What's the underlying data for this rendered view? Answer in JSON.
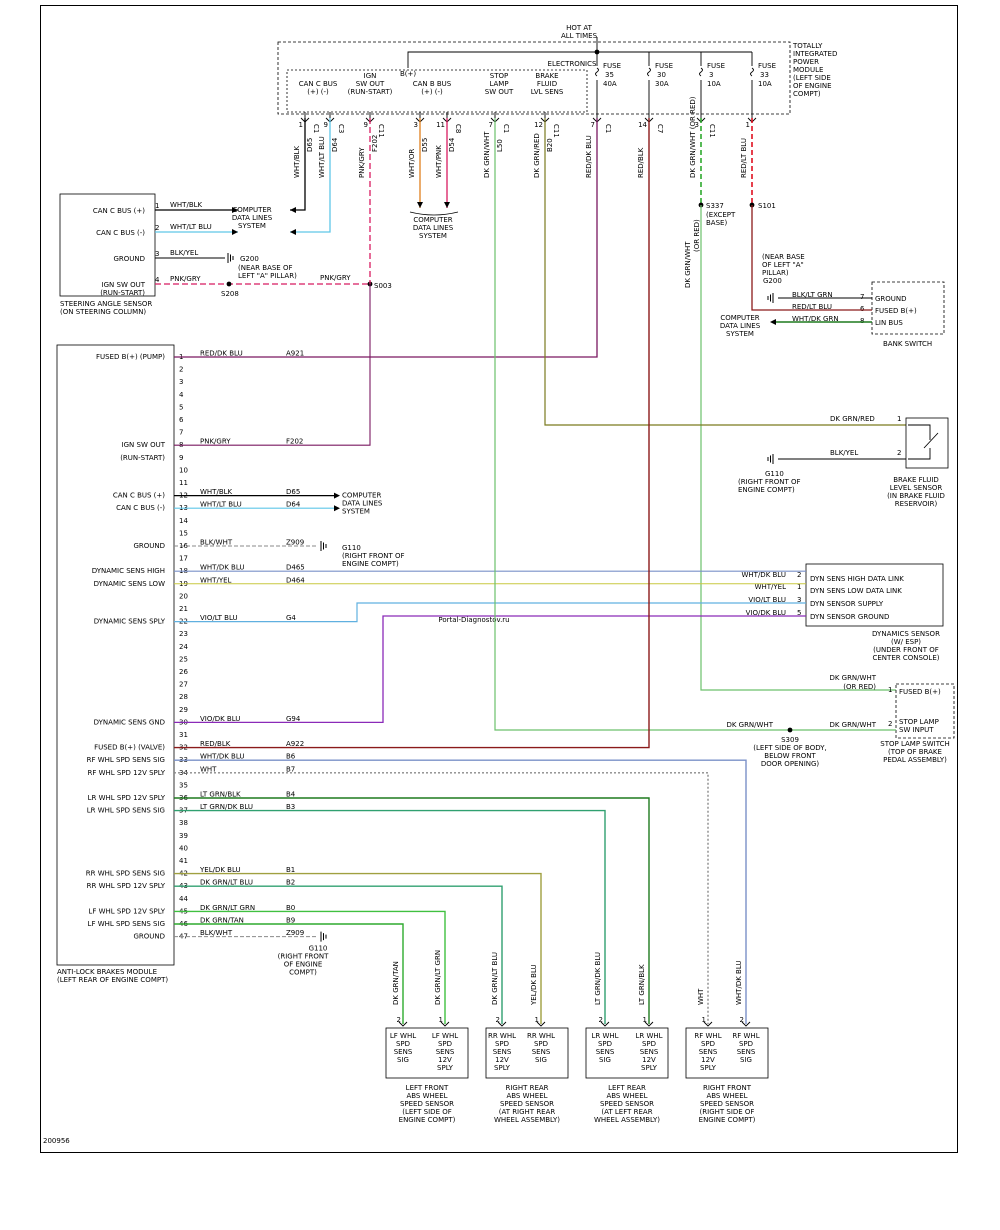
{
  "image_id": "200956",
  "watermark": "Portal-Diagnostov.ru",
  "hot_at_all_times": [
    "HOT AT",
    "ALL TIMES"
  ],
  "tipm": {
    "title": [
      "TOTALLY",
      "INTEGRATED",
      "POWER",
      "MODULE",
      "(LEFT SIDE",
      "OF ENGINE",
      "COMPT)"
    ],
    "electronics": "ELECTRONICS",
    "b_plus": "B(+)",
    "sections": [
      [
        "CAN C BUS",
        "(+)      (-)"
      ],
      [
        "IGN",
        "SW OUT",
        "(RUN-START)"
      ],
      [
        "CAN B BUS",
        "(+)      (-)"
      ],
      [
        "STOP",
        "LAMP",
        "SW OUT"
      ],
      [
        "BRAKE",
        "FLUID",
        "LVL SENS"
      ]
    ],
    "fuses": [
      {
        "label": "FUSE",
        "num": "35",
        "amp": "40A"
      },
      {
        "label": "FUSE",
        "num": "30",
        "amp": "30A"
      },
      {
        "label": "FUSE",
        "num": "3",
        "amp": "10A"
      },
      {
        "label": "FUSE",
        "num": "33",
        "amp": "10A"
      }
    ],
    "pins": [
      "1",
      "9",
      "9",
      "3",
      "11",
      "7",
      "12",
      "7",
      "14",
      "3",
      "1"
    ],
    "connectors": [
      "C1",
      "C3",
      "C11",
      "C8",
      "C1",
      "C11",
      "C1",
      "C7",
      "C11"
    ],
    "wires": [
      {
        "color": "WHT/BLK",
        "circuit": "D65"
      },
      {
        "color": "WHT/LT BLU",
        "circuit": "D64"
      },
      {
        "color": "PNK/GRY",
        "circuit": "F202"
      },
      {
        "color": "WHT/OR",
        "circuit": "D55"
      },
      {
        "color": "WHT/PNK",
        "circuit": "D54"
      },
      {
        "color": "DK GRN/WHT",
        "circuit": "L50"
      },
      {
        "color": "DK GRN/RED",
        "circuit": "B20"
      },
      {
        "color": "RED/DK BLU",
        "circuit": ""
      },
      {
        "color": "RED/BLK",
        "circuit": ""
      },
      {
        "color": "DK GRN/WHT (OR RED)",
        "circuit": ""
      },
      {
        "color": "RED/LT BLU",
        "circuit": ""
      }
    ]
  },
  "cdls_top": [
    "COMPUTER",
    "DATA LINES",
    "SYSTEM"
  ],
  "steering": {
    "pins": [
      {
        "label": "CAN C BUS (+)",
        "num": "1",
        "wire": "WHT/BLK"
      },
      {
        "label": "CAN C BUS (-)",
        "num": "2",
        "wire": "WHT/LT BLU"
      },
      {
        "label": "GROUND",
        "num": "3",
        "wire": "BLK/YEL"
      },
      {
        "label": "IGN SW OUT",
        "label2": "(RUN-START)",
        "num": "4",
        "wire": "PNK/GRY"
      }
    ],
    "title": [
      "STEERING ANGLE SENSOR",
      "(ON STEERING COLUMN)"
    ],
    "cdls": [
      "COMPUTER",
      "DATA LINES",
      "SYSTEM"
    ],
    "g200": "G200",
    "g200_note": [
      "(NEAR BASE OF",
      "LEFT \"A\" PILLAR)"
    ],
    "s208": "S208",
    "s003": "S003",
    "pnk_gry": "PNK/GRY"
  },
  "splices": {
    "s337": "S337",
    "s337_note": [
      "(EXCEPT",
      "BASE)"
    ],
    "s101": "S101",
    "dk_grn_wht_or_red": "DK GRN/WHT",
    "or_red": "(OR RED)"
  },
  "bank_switch": {
    "pins": [
      {
        "label": "GROUND",
        "num": "7",
        "wire": "BLK/LT GRN"
      },
      {
        "label": "FUSED B(+)",
        "num": "6",
        "wire": "RED/LT BLU"
      },
      {
        "label": "LIN BUS",
        "num": "8",
        "wire": "WHT/DK GRN"
      }
    ],
    "title": "BANK SWITCH",
    "g200": "G200",
    "g200_note": [
      "(NEAR BASE",
      "OF LEFT \"A\"",
      "PILLAR)"
    ],
    "cdls": [
      "COMPUTER",
      "DATA LINES",
      "SYSTEM"
    ]
  },
  "abs": {
    "title": [
      "ANTI-LOCK BRAKES MODULE",
      "(LEFT REAR OF ENGINE COMPT)"
    ],
    "pin_count": 47,
    "labels": {
      "1": "FUSED B(+) (PUMP)",
      "8": "IGN SW OUT",
      "9": "(RUN-START)",
      "12": "CAN C BUS (+)",
      "13": "CAN C BUS (-)",
      "16": "GROUND",
      "18": "DYNAMIC SENS HIGH",
      "19": "DYNAMIC SENS LOW",
      "22": "DYNAMIC SENS SPLY",
      "30": "DYNAMIC SENS GND",
      "32": "FUSED B(+) (VALVE)",
      "33": "RF WHL SPD SENS SIG",
      "34": "RF WHL SPD 12V SPLY",
      "36": "LR WHL SPD 12V SPLY",
      "37": "LR WHL SPD SENS SIG",
      "42": "RR WHL SPD SENS SIG",
      "43": "RR WHL SPD 12V SPLY",
      "45": "LF WHL SPD 12V SPLY",
      "46": "LF WHL SPD SENS SIG",
      "47": "GROUND"
    },
    "wires": {
      "1": {
        "color": "RED/DK BLU",
        "circuit": "A921"
      },
      "8": {
        "color": "PNK/GRY",
        "circuit": "F202"
      },
      "12": {
        "color": "WHT/BLK",
        "circuit": "D65"
      },
      "13": {
        "color": "WHT/LT BLU",
        "circuit": "D64"
      },
      "16": {
        "color": "BLK/WHT",
        "circuit": "Z909"
      },
      "18": {
        "color": "WHT/DK BLU",
        "circuit": "D465"
      },
      "19": {
        "color": "WHT/YEL",
        "circuit": "D464"
      },
      "22": {
        "color": "VIO/LT BLU",
        "circuit": "G4"
      },
      "30": {
        "color": "VIO/DK BLU",
        "circuit": "G94"
      },
      "32": {
        "color": "RED/BLK",
        "circuit": "A922"
      },
      "33": {
        "color": "WHT/DK BLU",
        "circuit": "B6"
      },
      "34": {
        "color": "WHT",
        "circuit": "B7"
      },
      "36": {
        "color": "LT GRN/BLK",
        "circuit": "B4"
      },
      "37": {
        "color": "LT GRN/DK BLU",
        "circuit": "B3"
      },
      "42": {
        "color": "YEL/DK BLU",
        "circuit": "B1"
      },
      "43": {
        "color": "DK GRN/LT BLU",
        "circuit": "B2"
      },
      "45": {
        "color": "DK GRN/LT GRN",
        "circuit": "B0"
      },
      "46": {
        "color": "DK GRN/TAN",
        "circuit": "B9"
      },
      "47": {
        "color": "BLK/WHT",
        "circuit": "Z909"
      }
    },
    "cdls": [
      "COMPUTER",
      "DATA LINES",
      "SYSTEM"
    ],
    "g110_16": "G110",
    "g110_16_note": [
      "(RIGHT FRONT OF",
      "ENGINE COMPT)"
    ],
    "g110_47": "G110",
    "g110_47_note": [
      "(RIGHT FRONT",
      "OF ENGINE",
      "COMPT)"
    ]
  },
  "brake_fluid": {
    "wires": [
      {
        "color": "DK GRN/RED",
        "num": "1"
      },
      {
        "color": "BLK/YEL",
        "num": "2"
      }
    ],
    "title": [
      "BRAKE FLUID",
      "LEVEL SENSOR",
      "(IN BRAKE FLUID",
      "RESERVOIR)"
    ],
    "g110": "G110",
    "g110_note": [
      "(RIGHT FRONT OF",
      "ENGINE COMPT)"
    ]
  },
  "dynamics": {
    "pins": [
      {
        "label": "DYN SENS HIGH DATA LINK",
        "num": "2",
        "wire": "WHT/DK BLU"
      },
      {
        "label": "DYN SENS LOW DATA LINK",
        "num": "1",
        "wire": "WHT/YEL"
      },
      {
        "label": "DYN SENSOR SUPPLY",
        "num": "3",
        "wire": "VIO/LT BLU"
      },
      {
        "label": "DYN SENSOR GROUND",
        "num": "5",
        "wire": "VIO/DK BLU"
      }
    ],
    "title": [
      "DYNAMICS SENSOR",
      "(W/ ESP)",
      "(UNDER FRONT OF",
      "CENTER CONSOLE)"
    ]
  },
  "stop_lamp": {
    "pins": [
      {
        "label": "FUSED B(+)",
        "num": "1",
        "wire": "DK GRN/WHT",
        "wire2": "(OR RED)"
      },
      {
        "label": "STOP LAMP",
        "label2": "SW INPUT",
        "num": "2",
        "wire": "DK GRN/WHT"
      }
    ],
    "left_wire": "DK GRN/WHT",
    "s309": "S309",
    "s309_note": [
      "(LEFT SIDE OF BODY,",
      "BELOW FRONT",
      "DOOR OPENING)"
    ],
    "title": [
      "STOP LAMP SWITCH",
      "(TOP OF BRAKE",
      "PEDAL ASSEMBLY)"
    ]
  },
  "wheel_sensors": [
    {
      "wires": [
        {
          "color": "DK GRN/TAN",
          "num": "2"
        },
        {
          "color": "DK GRN/LT GRN",
          "num": "1"
        }
      ],
      "pin_labels": [
        [
          "LF WHL",
          "SPD",
          "SENS",
          "SIG"
        ],
        [
          "LF WHL",
          "SPD",
          "SENS",
          "12V",
          "SPLY"
        ]
      ],
      "title": [
        "LEFT FRONT",
        "ABS WHEEL",
        "SPEED SENSOR",
        "(LEFT SIDE OF",
        "ENGINE COMPT)"
      ]
    },
    {
      "wires": [
        {
          "color": "DK GRN/LT BLU",
          "num": "2"
        },
        {
          "color": "YEL/DK BLU",
          "num": "1"
        }
      ],
      "pin_labels": [
        [
          "RR WHL",
          "SPD",
          "SENS",
          "12V",
          "SPLY"
        ],
        [
          "RR WHL",
          "SPD",
          "SENS",
          "SIG"
        ]
      ],
      "title": [
        "RIGHT REAR",
        "ABS WHEEL",
        "SPEED SENSOR",
        "(AT RIGHT REAR",
        "WHEEL ASSEMBLY)"
      ]
    },
    {
      "wires": [
        {
          "color": "LT GRN/DK BLU",
          "num": "2"
        },
        {
          "color": "LT GRN/BLK",
          "num": "1"
        }
      ],
      "pin_labels": [
        [
          "LR WHL",
          "SPD",
          "SENS",
          "SIG"
        ],
        [
          "LR WHL",
          "SPD",
          "SENS",
          "12V",
          "SPLY"
        ]
      ],
      "title": [
        "LEFT REAR",
        "ABS WHEEL",
        "SPEED SENSOR",
        "(AT LEFT REAR",
        "WHEEL ASSEMBLY)"
      ]
    },
    {
      "wires": [
        {
          "color": "WHT",
          "num": "1"
        },
        {
          "color": "WHT/DK BLU",
          "num": "2"
        }
      ],
      "pin_labels": [
        [
          "RF WHL",
          "SPD",
          "SENS",
          "12V",
          "SPLY"
        ],
        [
          "RF WHL",
          "SPD",
          "SENS",
          "SIG"
        ]
      ],
      "title": [
        "RIGHT FRONT",
        "ABS WHEEL",
        "SPEED SENSOR",
        "(RIGHT SIDE OF",
        "ENGINE COMPT)"
      ]
    }
  ],
  "colors": {
    "black": "#000000",
    "cyan": "#5fc6e8",
    "pink": "#d81b60",
    "orange": "#e0801c",
    "grn_wht": "#6cc06c",
    "dkgrn_red": "#7a7a1e",
    "red_dkblu": "#7a1860",
    "red_blk": "#8b1a1a",
    "green": "#2eaa2e",
    "red": "#e01020",
    "dkblue": "#2a2a9e",
    "yellow": "#c8c840",
    "lightblue": "#60b0e0",
    "violet": "#8a2ab8",
    "gray": "#8a8a8a",
    "wht_dkblu": "#7a90c8",
    "ylw_dkblu": "#a0a040",
    "ltgrn_blu": "#30a070",
    "ltgrn_blk": "#1e7a1e",
    "ltgrn": "#40c040"
  }
}
